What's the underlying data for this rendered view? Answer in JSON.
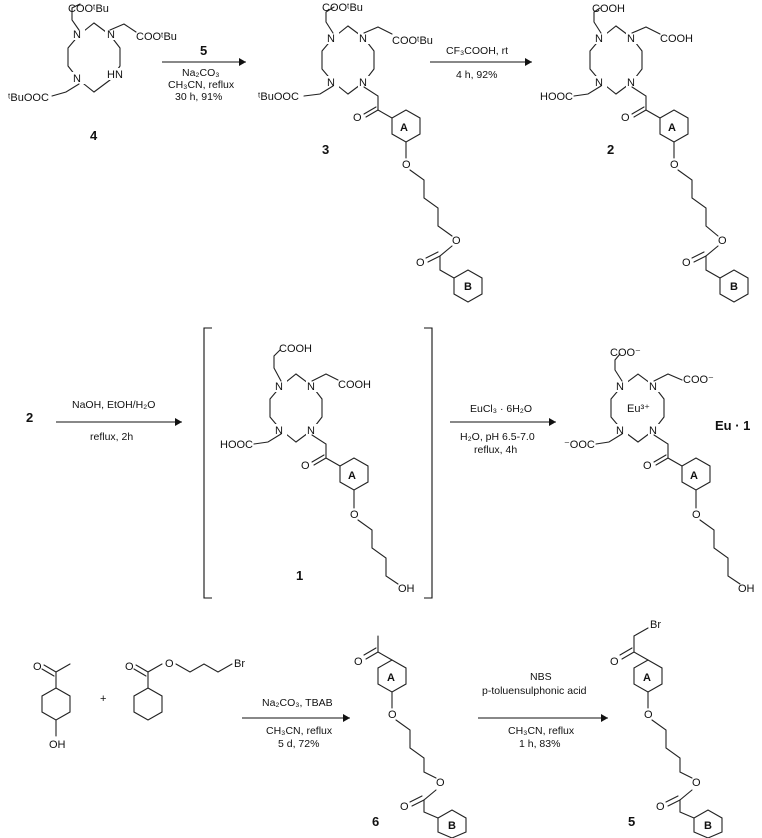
{
  "labels": {
    "c4": "4",
    "c3": "3",
    "c2": "2",
    "c2b": "2",
    "c1": "1",
    "eu1": "Eu · 1",
    "c6": "6",
    "c5": "5",
    "arrow1_above": "5",
    "arrow1_below1": "Na₂CO₃",
    "arrow1_below2": "CH₃CN, reflux",
    "arrow1_below3": "30 h, 91%",
    "arrow2_above": "CF₃COOH, rt",
    "arrow2_below": "4 h, 92%",
    "arrow3_above": "NaOH, EtOH/H₂O",
    "arrow3_below": "reflux, 2h",
    "arrow4_above": "EuCl₃ · 6H₂O",
    "arrow4_below1": "H₂O, pH 6.5-7.0",
    "arrow4_below2": "reflux, 4h",
    "arrow5_above": "Na₂CO₃, TBAB",
    "arrow5_below1": "CH₃CN, reflux",
    "arrow5_below2": "5 d, 72%",
    "arrow6_above1": "NBS",
    "arrow6_above2": "p-toluensulphonic acid",
    "arrow6_below1": "CH₃CN, reflux",
    "arrow6_below2": "1 h, 83%",
    "plus": "+"
  },
  "atoms": {
    "N": "N",
    "NH": "HN",
    "O": "O",
    "OH": "OH",
    "Br": "Br",
    "COOtBu": "COOᵗBu",
    "tBuOOC": "ᵗBuOOC",
    "COOH": "COOH",
    "HOOC": "HOOC",
    "COOminus": "COO⁻",
    "minusOOC": "⁻OOC",
    "Eu3": "Eu³⁺",
    "ringA": "A",
    "ringB": "B"
  }
}
